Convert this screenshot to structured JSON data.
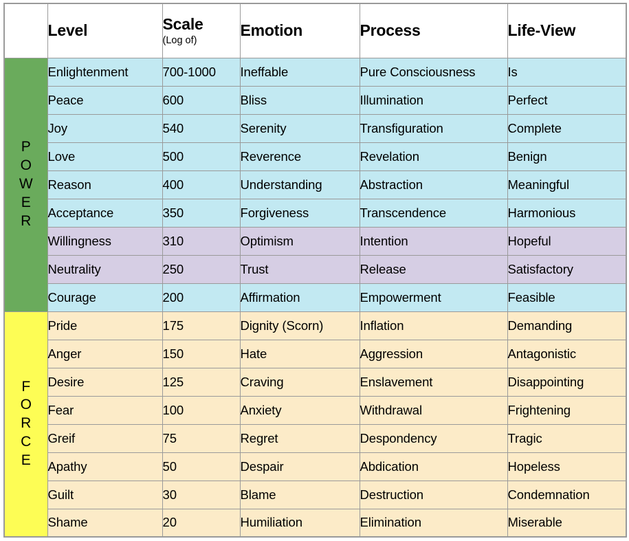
{
  "table": {
    "headers": [
      {
        "key": "group",
        "label": "",
        "sub": ""
      },
      {
        "key": "level",
        "label": "Level",
        "sub": ""
      },
      {
        "key": "scale",
        "label": "Scale",
        "sub": "(Log of)"
      },
      {
        "key": "emotion",
        "label": "Emotion",
        "sub": ""
      },
      {
        "key": "process",
        "label": "Process",
        "sub": ""
      },
      {
        "key": "lifeview",
        "label": "Life-View",
        "sub": ""
      }
    ],
    "groups": [
      {
        "name": "POWER",
        "letters": [
          "P",
          "O",
          "W",
          "E",
          "R"
        ],
        "color": "#6AAB5C",
        "rows": [
          {
            "level": "Enlightenment",
            "scale": "700-1000",
            "emotion": "Ineffable",
            "process": "Pure Consciousness",
            "lifeview": "Is",
            "tint": "blue"
          },
          {
            "level": "Peace",
            "scale": "600",
            "emotion": "Bliss",
            "process": "Illumination",
            "lifeview": "Perfect",
            "tint": "blue"
          },
          {
            "level": "Joy",
            "scale": "540",
            "emotion": "Serenity",
            "process": "Transfiguration",
            "lifeview": "Complete",
            "tint": "blue"
          },
          {
            "level": "Love",
            "scale": "500",
            "emotion": "Reverence",
            "process": "Revelation",
            "lifeview": "Benign",
            "tint": "blue"
          },
          {
            "level": "Reason",
            "scale": "400",
            "emotion": "Understanding",
            "process": "Abstraction",
            "lifeview": "Meaningful",
            "tint": "blue"
          },
          {
            "level": "Acceptance",
            "scale": "350",
            "emotion": "Forgiveness",
            "process": "Transcendence",
            "lifeview": "Harmonious",
            "tint": "blue"
          },
          {
            "level": "Willingness",
            "scale": "310",
            "emotion": "Optimism",
            "process": "Intention",
            "lifeview": "Hopeful",
            "tint": "purple"
          },
          {
            "level": "Neutrality",
            "scale": "250",
            "emotion": "Trust",
            "process": "Release",
            "lifeview": "Satisfactory",
            "tint": "purple"
          },
          {
            "level": "Courage",
            "scale": "200",
            "emotion": "Affirmation",
            "process": "Empowerment",
            "lifeview": "Feasible",
            "tint": "blue"
          }
        ]
      },
      {
        "name": "FORCE",
        "letters": [
          "F",
          "O",
          "R",
          "C",
          "E"
        ],
        "color": "#FDFD55",
        "rows": [
          {
            "level": "Pride",
            "scale": "175",
            "emotion": "Dignity (Scorn)",
            "process": "Inflation",
            "lifeview": "Demanding",
            "tint": "peach"
          },
          {
            "level": "Anger",
            "scale": "150",
            "emotion": "Hate",
            "process": "Aggression",
            "lifeview": "Antagonistic",
            "tint": "peach"
          },
          {
            "level": "Desire",
            "scale": "125",
            "emotion": "Craving",
            "process": "Enslavement",
            "lifeview": "Disappointing",
            "tint": "peach"
          },
          {
            "level": "Fear",
            "scale": "100",
            "emotion": "Anxiety",
            "process": "Withdrawal",
            "lifeview": "Frightening",
            "tint": "peach"
          },
          {
            "level": "Greif",
            "scale": "75",
            "emotion": "Regret",
            "process": "Despondency",
            "lifeview": "Tragic",
            "tint": "peach"
          },
          {
            "level": "Apathy",
            "scale": "50",
            "emotion": "Despair",
            "process": "Abdication",
            "lifeview": "Hopeless",
            "tint": "peach"
          },
          {
            "level": "Guilt",
            "scale": "30",
            "emotion": "Blame",
            "process": "Destruction",
            "lifeview": "Condemnation",
            "tint": "peach"
          },
          {
            "level": "Shame",
            "scale": "20",
            "emotion": "Humiliation",
            "process": "Elimination",
            "lifeview": "Miserable",
            "tint": "peach"
          }
        ]
      }
    ],
    "colors": {
      "tint_blue": "#C2E9F2",
      "tint_purple": "#D6CEE4",
      "tint_peach": "#FCEBC8",
      "border": "#9A9A9A",
      "power_green": "#6AAB5C",
      "force_yellow": "#FDFD55"
    }
  }
}
